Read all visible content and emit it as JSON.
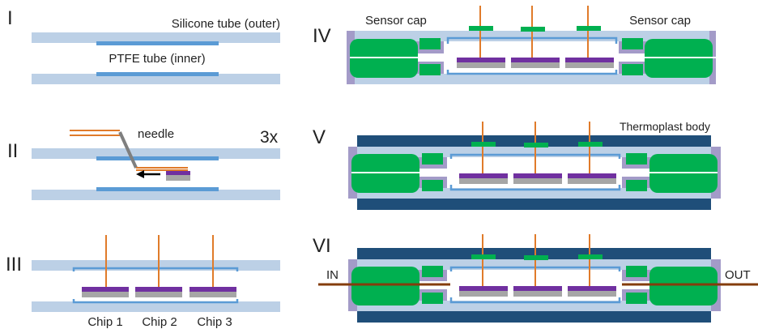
{
  "colors": {
    "silicone": "#bcd0e6",
    "silicone_edge": "#9db6d2",
    "ptfe": "#5b9bd5",
    "inner_bg": "#ffffff",
    "chip_top": "#7030a0",
    "chip_base": "#a6a6a6",
    "wire": "#e07b2a",
    "cap": "#a39bc8",
    "cap_green": "#00b050",
    "thermoplast": "#1f4e79",
    "needle": "#7f7f7f",
    "arrow": "#000000",
    "flow_tube": "#843c0c"
  },
  "steps": [
    {
      "id": "I",
      "label": "I"
    },
    {
      "id": "II",
      "label": "II"
    },
    {
      "id": "III",
      "label": "III"
    },
    {
      "id": "IV",
      "label": "IV"
    },
    {
      "id": "V",
      "label": "V"
    },
    {
      "id": "VI",
      "label": "VI"
    }
  ],
  "labels": {
    "silicone_tube": "Silicone tube (outer)",
    "ptfe_tube": "PTFE tube (inner)",
    "needle": "needle",
    "repeat": "3x",
    "chip1": "Chip 1",
    "chip2": "Chip 2",
    "chip3": "Chip 3",
    "sensor_cap_left": "Sensor cap",
    "sensor_cap_right": "Sensor cap",
    "thermoplast_body": "Thermoplast body",
    "inlet": "IN",
    "outlet": "OUT"
  }
}
